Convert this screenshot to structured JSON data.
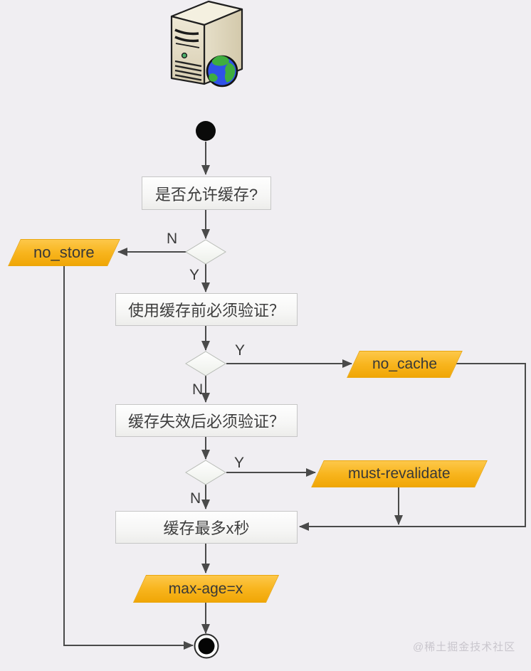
{
  "page": {
    "background_color": "#f0eef2",
    "watermark": "@稀土掘金技术社区"
  },
  "flowchart": {
    "topic": "HTTP Cache-Control decision flow",
    "server_icon": "web-server-with-globe",
    "questions": [
      {
        "id": "allow-cache",
        "label": "是否允许缓存?"
      },
      {
        "id": "validate-before-use",
        "label": "使用缓存前必须验证？"
      },
      {
        "id": "validate-after-expire",
        "label": "缓存失效后必须验证？"
      },
      {
        "id": "cache-max-seconds",
        "label": "缓存最多x秒"
      }
    ],
    "directives": [
      {
        "id": "no-store",
        "label": "no_store"
      },
      {
        "id": "no-cache",
        "label": "no_cache"
      },
      {
        "id": "must-revalidate",
        "label": "must-revalidate"
      },
      {
        "id": "max-age",
        "label": "max-age=x"
      }
    ],
    "branch_labels": {
      "allow_cache_no": "N",
      "allow_cache_yes": "Y",
      "validate_before_yes": "Y",
      "validate_before_no": "N",
      "validate_after_yes": "Y",
      "validate_after_no": "N"
    },
    "colors": {
      "directive_fill_top": "#fdc84a",
      "directive_fill_bottom": "#f0a606",
      "connector": "#4a4a4a",
      "start_end_node": "#0a0a0a"
    }
  }
}
